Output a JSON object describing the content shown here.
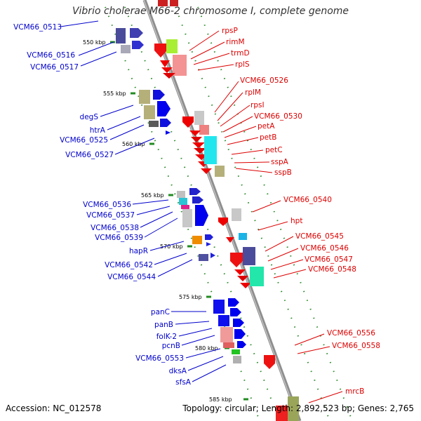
{
  "title": "Vibrio cholerae M66-2 chromosome I, complete genome",
  "footer": {
    "accession": "Accession: NC_012578",
    "summary": "Topology: circular; Length: 2,892,523 bp; Genes: 2,765"
  },
  "ticks": [
    "550 kbp",
    "555 kbp",
    "560 kbp",
    "565 kbp",
    "570 kbp",
    "575 kbp",
    "580 kbp",
    "585 kbp"
  ],
  "left_labels": [
    "VCM66_0513",
    "VCM66_0516",
    "VCM66_0517",
    "degS",
    "htrA",
    "VCM66_0525",
    "VCM66_0527",
    "VCM66_0536",
    "VCM66_0537",
    "VCM66_0538",
    "VCM66_0539",
    "hapR",
    "VCM66_0542",
    "VCM66_0544",
    "panC",
    "panB",
    "folK-2",
    "pcnB",
    "VCM66_0553",
    "dksA",
    "sfsA"
  ],
  "right_labels": [
    "rpsP",
    "rimM",
    "trmD",
    "rplS",
    "VCM66_0526",
    "rplM",
    "rpsI",
    "VCM66_0530",
    "petA",
    "petB",
    "petC",
    "sspA",
    "sspB",
    "VCM66_0540",
    "hpt",
    "VCM66_0545",
    "VCM66_0546",
    "VCM66_0547",
    "VCM66_0548",
    "VCM66_0556",
    "VCM66_0558",
    "mrcB"
  ],
  "colors": {
    "forward": "#0000ee",
    "reverse": "#ee0000",
    "backbone": "#8c8c8c",
    "grid_green": "#228b22"
  }
}
